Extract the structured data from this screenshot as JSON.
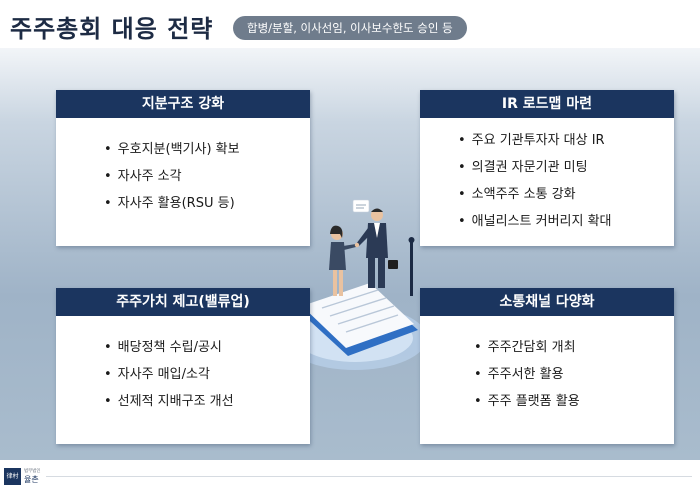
{
  "header": {
    "title": "주주총회 대응 전략",
    "subtitle": "합병/분할, 이사선임, 이사보수한도 승인 등"
  },
  "cards": [
    {
      "title": "지분구조 강화",
      "items": [
        "우호지분(백기사) 확보",
        "자사주 소각",
        "자사주 활용(RSU 등)"
      ]
    },
    {
      "title": "IR 로드맵 마련",
      "items": [
        "주요 기관투자자 대상 IR",
        "의결권 자문기관 미팅",
        "소액주주 소통 강화",
        "애널리스트 커버리지 확대"
      ]
    },
    {
      "title": "주주가치 제고(밸류업)",
      "items": [
        "배당정책 수립/공시",
        "자사주 매입/소각",
        "선제적 지배구조 개선"
      ]
    },
    {
      "title": "소통채널 다양화",
      "items": [
        "주주간담회 개최",
        "주주서한 활용",
        "주주 플랫폼 활용"
      ]
    }
  ],
  "footer": {
    "logo_mark": "律村",
    "logo_sub": "법무법인",
    "logo_name": "율촌"
  },
  "colors": {
    "title": "#1d2b44",
    "card_header": "#1b355f",
    "pill": "#6f7c8c"
  },
  "icons": [
    "handshake-illustration-icon",
    "document-platform-icon",
    "speech-bubble-icon"
  ]
}
